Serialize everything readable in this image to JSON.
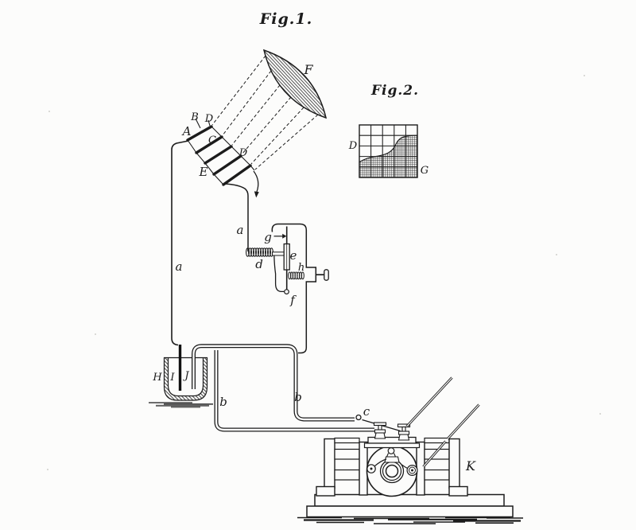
{
  "figure1": {
    "title": "Fig.1.",
    "labels": {
      "lens_F": "F",
      "cell_B": "B",
      "cell_D_upper": "D",
      "cell_A": "A",
      "cell_C": "C",
      "cell_D_mid": "D",
      "cell_E": "E",
      "wire_a_right": "a",
      "wire_a_left": "a",
      "reg_g": "g",
      "reg_d": "d",
      "reg_e": "e",
      "reg_h": "h",
      "reg_f": "f",
      "cup_H": "H",
      "cup_I": "I",
      "cup_J": "J",
      "wire_b_left": "b",
      "wire_b_right": "b",
      "contact_c": "c",
      "receiver_K": "K"
    }
  },
  "figure2": {
    "title": "Fig.2.",
    "labels": {
      "grid_D": "D",
      "grid_G": "G"
    }
  },
  "colors": {
    "ink": "#1c1c1c",
    "paper": "#fcfcfb"
  }
}
